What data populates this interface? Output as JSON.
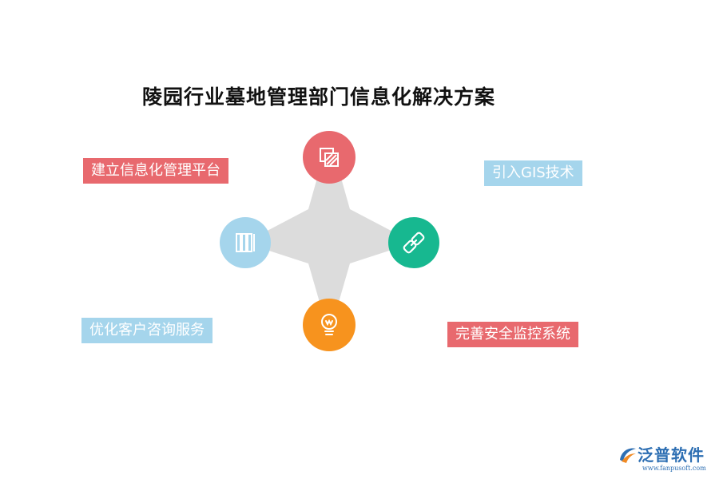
{
  "title": "陵园行业墓地管理部门信息化解决方案",
  "items": [
    {
      "label": "建立信息化管理平台",
      "color": "#e8696e",
      "icon": "layers-icon"
    },
    {
      "label": "引入GIS技术",
      "color": "#a5d5ec",
      "icon": "link-icon"
    },
    {
      "label": "优化客户咨询服务",
      "color": "#a5d5ec",
      "icon": "books-icon"
    },
    {
      "label": "完善安全监控系统",
      "color": "#e8696e",
      "icon": "lightbulb-icon"
    }
  ],
  "node_colors": {
    "top": "#e8696e",
    "right": "#17b890",
    "bottom": "#f7931e",
    "left": "#a5d5ec"
  },
  "star_color": "#dcdcdc",
  "logo": {
    "name": "泛普软件",
    "url": "www.fanpusoft.com"
  }
}
